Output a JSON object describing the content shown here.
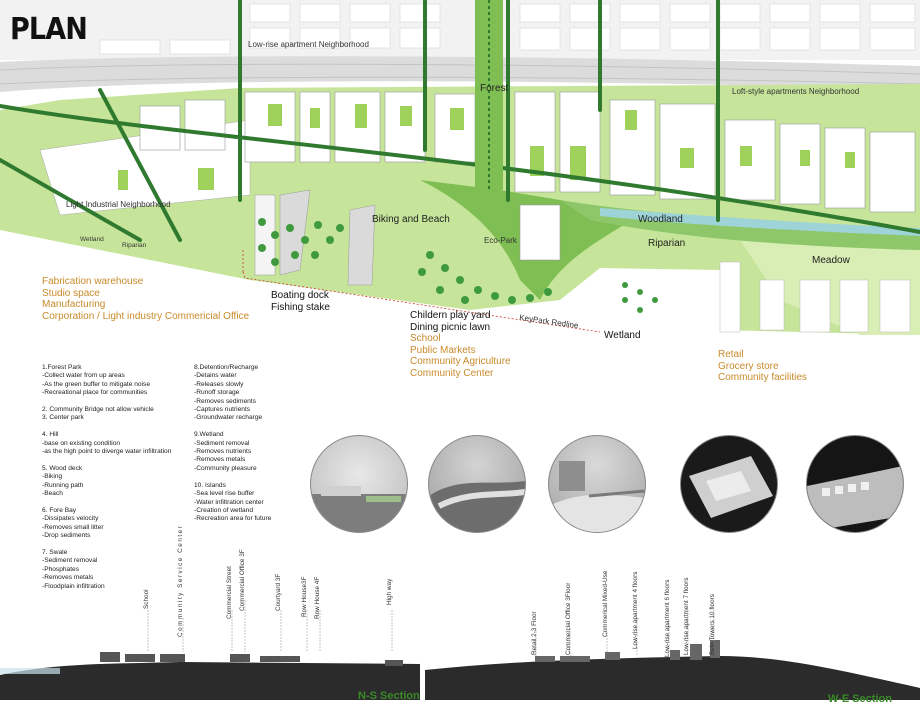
{
  "title": "PLAN",
  "map_labels": {
    "lowrise": "Low-rise apartment Neighborhood",
    "loft": "Loft-style apartments Neighborhood",
    "forest": "Forest",
    "light_industrial": "Light Industrial Neighborhood",
    "wetland_small": "Wetland",
    "riparian_small": "Riparian",
    "biking": "Biking and Beach",
    "ecopark": "Eco-Park",
    "woodland": "Woodland",
    "riparian": "Riparian",
    "meadow": "Meadow",
    "keypark": "KeyPark Redline",
    "boating": "Boating dock",
    "fishing": "Fishing stake",
    "wetland": "Wetland"
  },
  "program_left": [
    "Fabrication warehouse",
    "Studio space",
    "Manufacturing",
    "Corporation / Light industry Commericial Office"
  ],
  "program_center_black": [
    "Childern play yard",
    "Dining picnic lawn"
  ],
  "program_center_orange": [
    "School",
    "Public Markets",
    "Community Agriculture",
    "Community Center"
  ],
  "program_right": [
    "Retail",
    "Grocery store",
    "Community facilities"
  ],
  "legend_col1": [
    "1.Forest Park",
    "-Collect water from up areas",
    "-As the green buffer to mitigate noise",
    "-Recreational place for communities",
    "",
    "2. Community Bridge not allow vehicle",
    "3. Center park",
    "",
    "4. Hill",
    "-base on existing condition",
    "-as the high point to diverge water infiltration",
    "",
    "5. Wood deck",
    "-Biking",
    "-Running path",
    "-Beach",
    "",
    "6. Fore Bay",
    "-Dissipates velocity",
    "-Removes small litter",
    "-Drop sediments",
    "",
    "7. Swale",
    "-Sediment removal",
    "-Phosphates",
    "-Removes metals",
    "-Floodplain infiltration"
  ],
  "legend_col2": [
    "8.Detention/Recharge",
    "-Detains water",
    "-Releases slowly",
    "-Runoff storage",
    "-Removes sediments",
    "-Captures nutrients",
    "-Groundwater recharge",
    "",
    "9.Wetland",
    "-Sediment removal",
    "-Removes nutrients",
    "-Removes metals",
    "-Community pleasure",
    "",
    "10. Islands",
    "-Sea level rise buffer",
    "-Water infiltration center",
    "-Creation of wetland",
    "-Recreation area for future"
  ],
  "ns_labels": [
    "School",
    "Community Service Center",
    "Commercial Street",
    "Commercial Office 3F",
    "Courtyard 3F",
    "Row House3F",
    "Row House 4F",
    "High way"
  ],
  "we_labels": [
    "Retail 2-3 Floor",
    "Commercial Office 3Floor",
    "Commerical Mixed-Use",
    "Low-rise apartment 4 floors",
    "Low-rise apartment 6 floors",
    "Low-rise apartment 7 floors",
    "Belo Towers 10 floors"
  ],
  "ns_title": "N-S Section",
  "we_title": "W-E Section",
  "colors": {
    "green_dark": "#2f7a2f",
    "green_light": "#b7dc8a",
    "orange": "#c98a2b",
    "water": "#9ed3d8",
    "section_title": "#3a8a2a"
  }
}
